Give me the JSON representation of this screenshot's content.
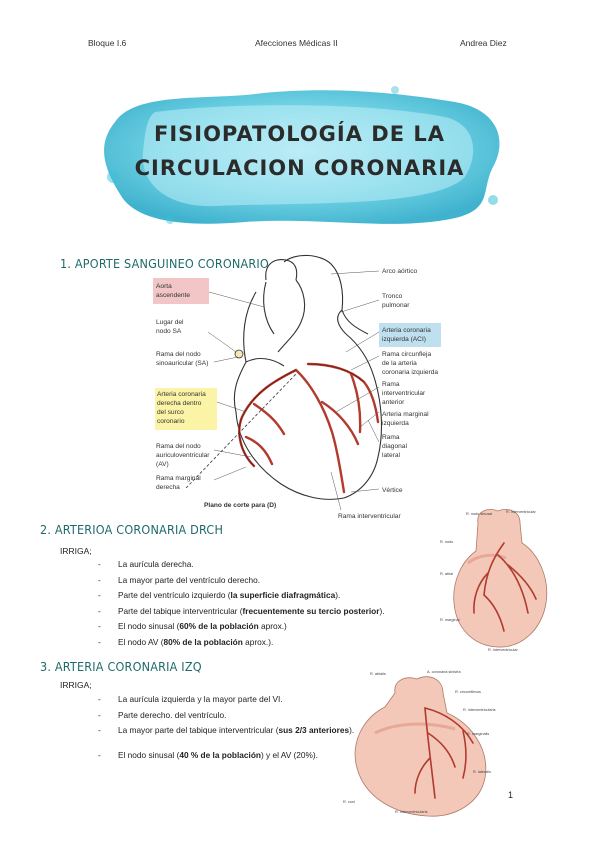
{
  "header": {
    "left": "Bloque I.6",
    "center": "Afecciones Médicas II",
    "right": "Andrea Diez"
  },
  "title": {
    "line1": "FISIOPATOLOGÍA DE LA",
    "line2": "CIRCULACION CORONARIA"
  },
  "colors": {
    "splash": "#3bbfd8",
    "heading": "#1e6a6a",
    "pink_box": "#f2c6c6",
    "blue_box": "#bfe0ee",
    "yellow_box": "#fbf3a6",
    "heart": "#f3c8b8",
    "artery": "#b23a2e"
  },
  "section1": {
    "heading": "1.   APORTE SANGUINEO CORONARIO",
    "figure": {
      "labels": {
        "aorta": [
          "Aorta",
          "ascendente"
        ],
        "nodo_sa": [
          "Lugar del",
          "nodo SA"
        ],
        "rama_sa": [
          "Rama del nodo",
          "sinoauricular (SA)"
        ],
        "acd": [
          "Arteria coronaria",
          "derecha dentro",
          "del surco",
          "coronario"
        ],
        "rama_av": [
          "Rama del nodo",
          "auriculoventricular",
          "(AV)"
        ],
        "rama_marginal": [
          "Rama marginal",
          "derecha"
        ],
        "plano": "Plano de corte para (D)",
        "arco": "Arco aórtico",
        "tronco": [
          "Tronco",
          "pulmonar"
        ],
        "aci": [
          "Arteria coronaria",
          "izquierda (ACI)"
        ],
        "circunfleja": [
          "Rama circunfleja",
          "de la arteria",
          "coronaria izquierda"
        ],
        "interventricular_ant": [
          "Rama",
          "interventricular",
          "anterior"
        ],
        "marginal_izq": [
          "Arteria marginal",
          "izquierda"
        ],
        "diagonal": [
          "Rama",
          "diagonal",
          "lateral"
        ],
        "vertice": "Vértice",
        "interventricular": "Rama interventricular"
      }
    }
  },
  "section2": {
    "heading": "2.   ARTERIOA CORONARIA DRCH",
    "irriga": "IRRIGA;",
    "items": [
      {
        "text": "La aurícula derecha.",
        "bold": "",
        "tail": ""
      },
      {
        "text": "La mayor parte del ventrículo derecho.",
        "bold": "",
        "tail": ""
      },
      {
        "text": " Parte del ventrículo izquierdo (",
        "bold": "la superficie diafragmática",
        "tail": ")."
      },
      {
        "text": "Parte del tabique interventricular (",
        "bold": "frecuentemente su tercio posterior",
        "tail": ")."
      },
      {
        "text": "El nodo sinusal (",
        "bold": "60% de la población",
        "tail": " aprox.)"
      },
      {
        "text": "El nodo AV (",
        "bold": "80% de la población",
        "tail": " aprox.)."
      }
    ]
  },
  "section3": {
    "heading": "3.   ARTERIA CORONARIA IZQ",
    "irriga": "IRRIGA;",
    "items": [
      {
        "text": "La aurícula izquierda y la mayor parte del VI.",
        "bold": "",
        "tail": ""
      },
      {
        "text": "Parte derecho. del ventrículo.",
        "bold": "",
        "tail": ""
      },
      {
        "text": "La mayor parte del tabique interventricular (",
        "bold": "sus 2/3 anteriores",
        "tail": ")."
      },
      {
        "text": "El nodo sinusal (",
        "bold": "40 % de la población",
        "tail": ") y el AV (20%)."
      }
    ]
  },
  "page_number": "1"
}
